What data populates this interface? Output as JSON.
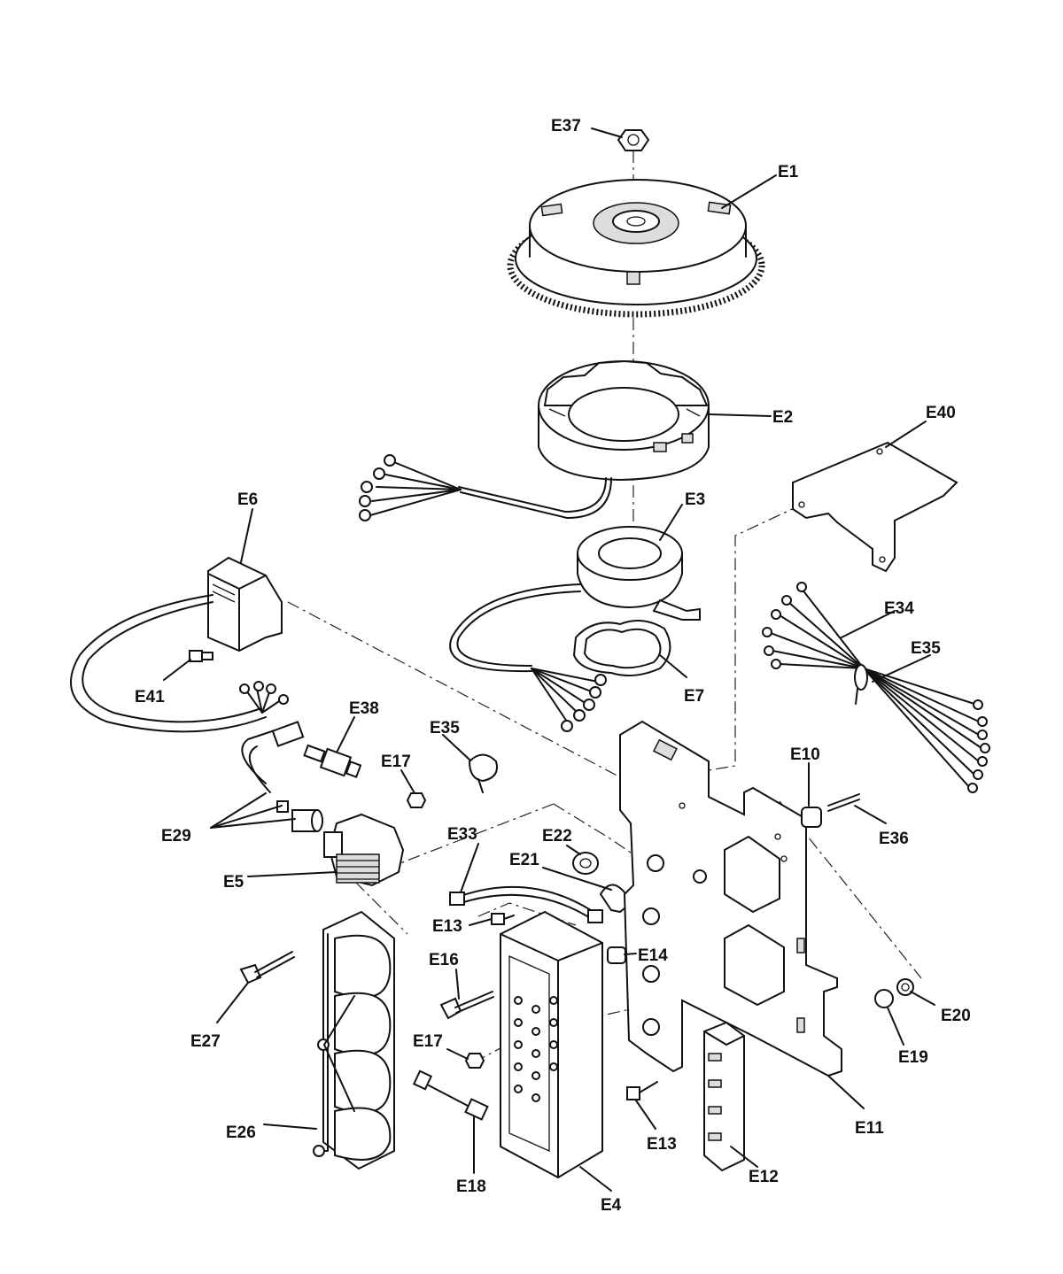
{
  "labels": {
    "E1": "E1",
    "E2": "E2",
    "E3": "E3",
    "E4": "E4",
    "E5": "E5",
    "E6": "E6",
    "E7": "E7",
    "E10": "E10",
    "E11": "E11",
    "E12": "E12",
    "E13a": "E13",
    "E13b": "E13",
    "E14": "E14",
    "E16": "E16",
    "E17a": "E17",
    "E17b": "E17",
    "E18": "E18",
    "E19": "E19",
    "E20": "E20",
    "E21": "E21",
    "E22": "E22",
    "E26": "E26",
    "E27": "E27",
    "E29": "E29",
    "E33": "E33",
    "E34": "E34",
    "E35a": "E35",
    "E35b": "E35",
    "E36": "E36",
    "E37": "E37",
    "E38": "E38",
    "E40": "E40",
    "E41": "E41"
  }
}
